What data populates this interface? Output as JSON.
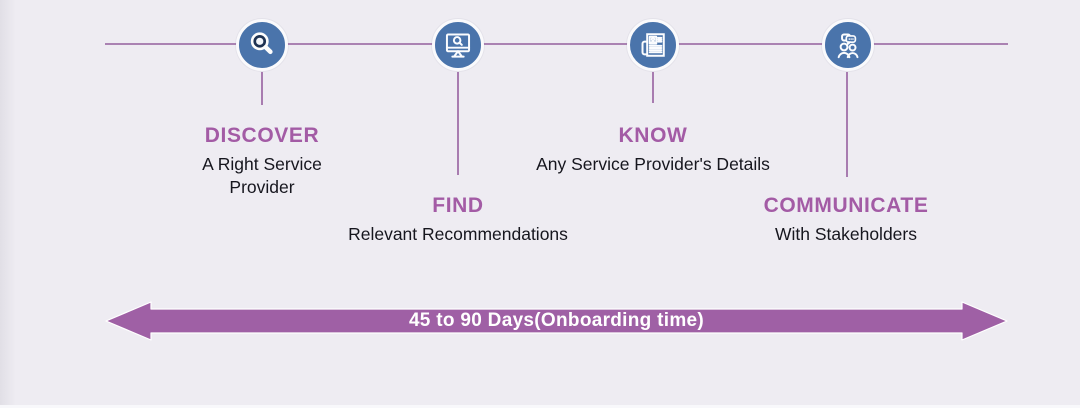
{
  "infographic": {
    "title": "service-provider-onboarding-timeline",
    "steps": [
      {
        "title": "DISCOVER",
        "subtitle": "A Right Service Provider",
        "icon": "search-icon",
        "row": "top"
      },
      {
        "title": "FIND",
        "subtitle": "Relevant Recommendations",
        "icon": "monitor-search-icon",
        "row": "bottom"
      },
      {
        "title": "KNOW",
        "subtitle": "Any Service Provider's Details",
        "icon": "resume-document-icon",
        "row": "top"
      },
      {
        "title": "COMMUNICATE",
        "subtitle": "With Stakeholders",
        "icon": "people-chat-icon",
        "row": "bottom"
      }
    ],
    "banner": {
      "label": "45 to 90 Days(Onboarding time)"
    },
    "colors": {
      "background": "#eeecf2",
      "accent_purple_banner": "#9f60a5",
      "accent_purple_title": "#a35ba5",
      "timeline_line_purple": "#aa82b2",
      "icon_circle_blue": "#4a74ab",
      "icon_ring_white": "#fafafc",
      "body_text_dark": "#16161e",
      "banner_text_white": "#ffffff"
    }
  }
}
